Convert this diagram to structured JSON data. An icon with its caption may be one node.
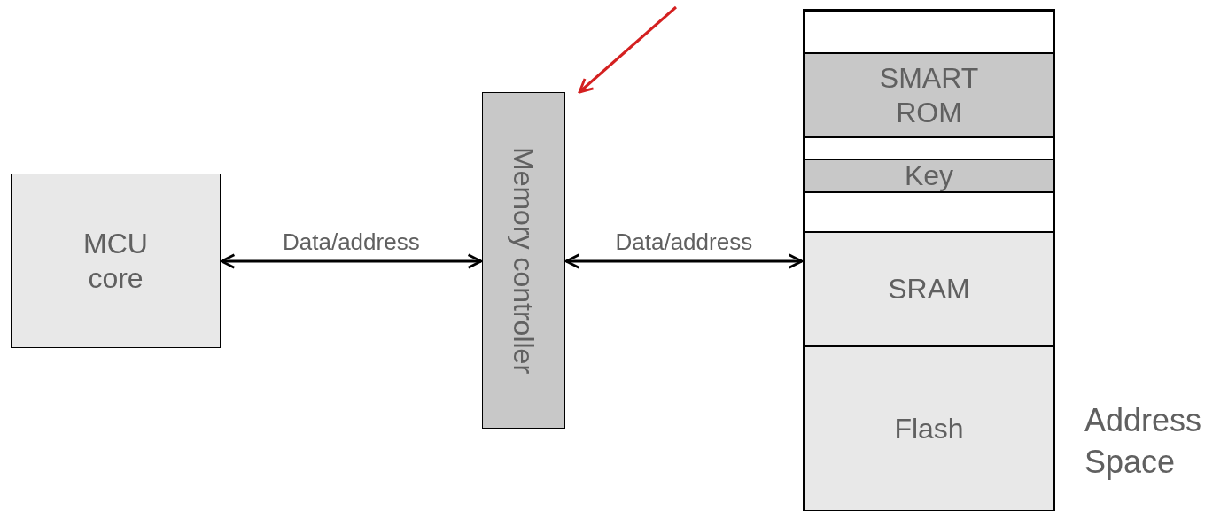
{
  "diagram": {
    "nodes": [
      {
        "text": [
          "MCU core"
        ]
      },
      {
        "text": [
          "Memory controller"
        ]
      },
      {
        "text": [],
        "shape": "box",
        "beside": [
          "Address Space"
        ]
      },
      {
        "text": [],
        "shape": "box",
        "in": 2
      },
      {
        "text": [
          "SMART ROM"
        ],
        "in": 2
      },
      {
        "text": [],
        "shape": "box",
        "in": 2
      },
      {
        "text": [
          "Key"
        ],
        "in": 2
      },
      {
        "text": [],
        "shape": "box",
        "in": 2
      },
      {
        "text": [
          "SRAM"
        ],
        "in": 2
      },
      {
        "text": [
          "Flash"
        ],
        "in": 2
      }
    ],
    "edges": [
      {
        "from": 0,
        "to": 1,
        "arrow": "both",
        "label": "Data/address"
      },
      {
        "from": 1,
        "to": 2,
        "arrow": "both",
        "label": "Data/address"
      },
      {
        "from": null,
        "to": 1,
        "arrow": "to",
        "color": "#d42020"
      }
    ]
  }
}
